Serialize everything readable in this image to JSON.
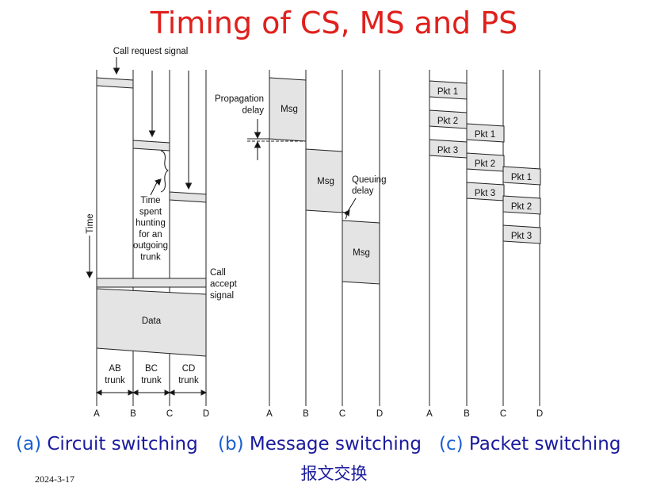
{
  "title": "Timing of CS, MS and PS",
  "diagram": {
    "call_request": "Call request signal",
    "time_label": "Time",
    "hunting_lines": [
      "Time",
      "spent",
      "hunting",
      "for an",
      "outgoing",
      "trunk"
    ],
    "accept_lines": [
      "Call",
      "accept",
      "signal"
    ],
    "data_label": "Data",
    "trunks": [
      {
        "top": "AB",
        "bottom": "trunk"
      },
      {
        "top": "BC",
        "bottom": "trunk"
      },
      {
        "top": "CD",
        "bottom": "trunk"
      }
    ],
    "propagation_lines": [
      "Propagation",
      "delay"
    ],
    "queuing_lines": [
      "Queuing",
      "delay"
    ],
    "msg_label": "Msg",
    "packets": [
      "Pkt 1",
      "Pkt 2",
      "Pkt 3"
    ],
    "nodes": [
      "A",
      "B",
      "C",
      "D"
    ]
  },
  "captions": [
    {
      "tag": "(a)",
      "text": "Circuit switching"
    },
    {
      "tag": "(b)",
      "text": "Message switching"
    },
    {
      "tag": "(c)",
      "text": "Packet switching"
    }
  ],
  "subtitle": "报文交换",
  "date": "2024-3-17"
}
